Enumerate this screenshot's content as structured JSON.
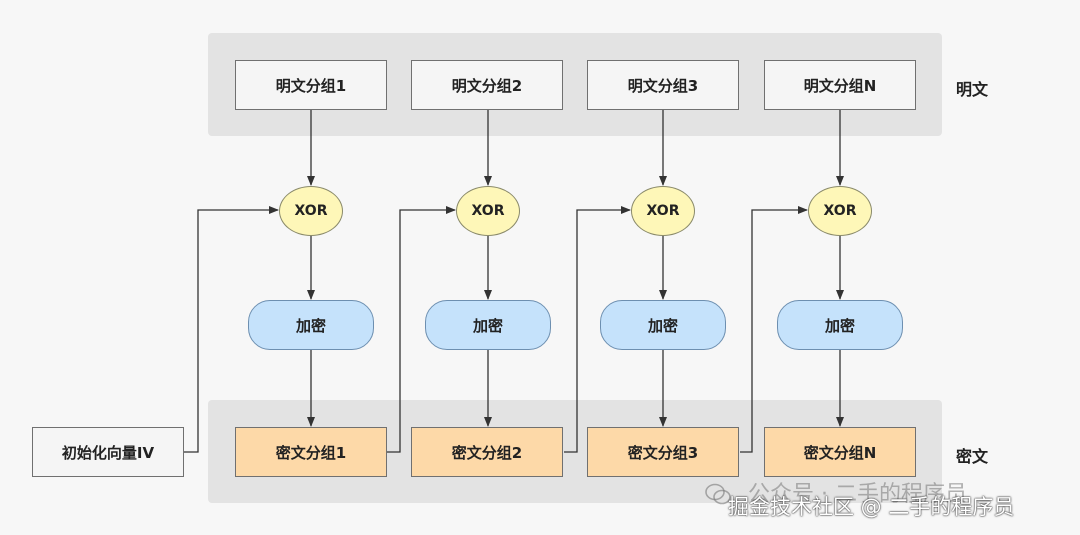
{
  "diagram": {
    "plaintext_blocks": [
      "明文分组1",
      "明文分组2",
      "明文分组3",
      "明文分组N"
    ],
    "xor_label": "XOR",
    "encrypt_label": "加密",
    "ciphertext_blocks": [
      "密文分组1",
      "密文分组2",
      "密文分组3",
      "密文分组N"
    ],
    "iv_label": "初始化向量IV",
    "plaintext_row_label": "明文",
    "ciphertext_row_label": "密文"
  },
  "watermark": {
    "line1": "公众号 · 二手的程序员",
    "line2": "掘金技术社区 @ 二手的程序员"
  },
  "colors": {
    "plaintext_fill": "#f5f5f5",
    "ciphertext_fill": "#fdd9a8",
    "xor_fill": "#fef7b8",
    "encrypt_fill": "#c5e2fb",
    "band_fill": "#e3e3e3"
  }
}
